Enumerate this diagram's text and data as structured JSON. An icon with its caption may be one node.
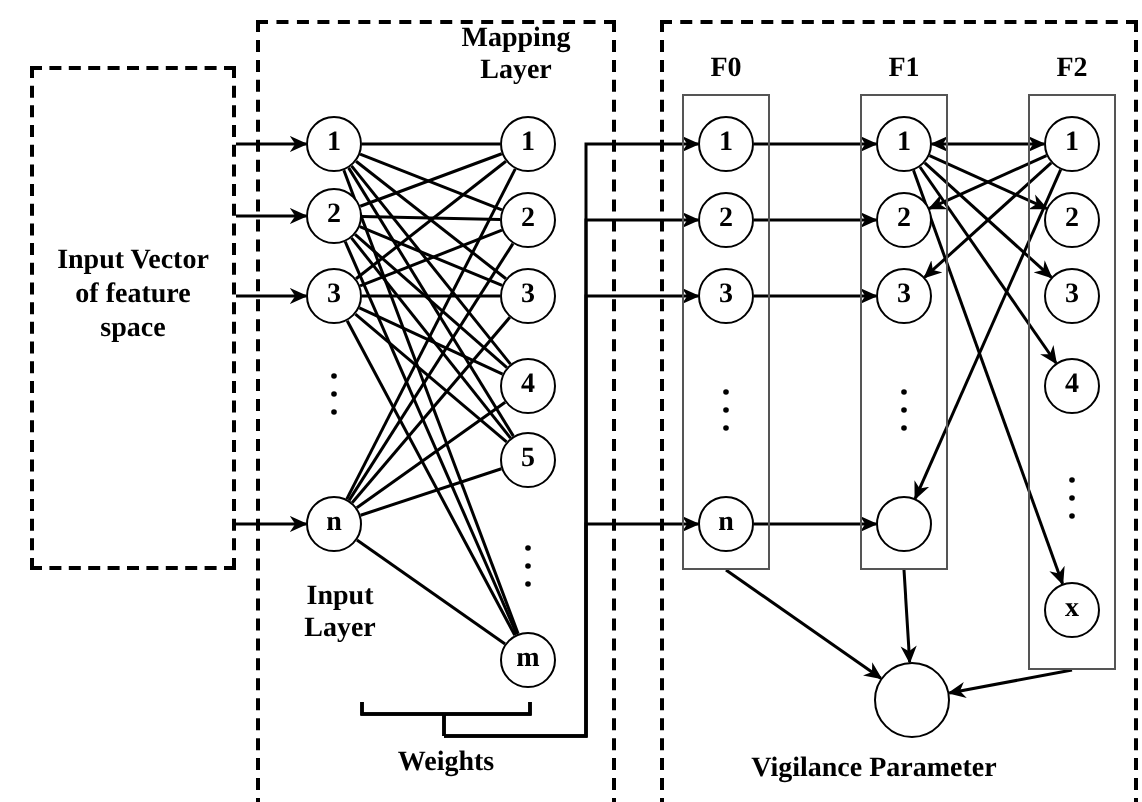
{
  "diagram": {
    "nodes": [
      {
        "text": [
          "Input Vector of feature space"
        ]
      },
      {
        "text": [],
        "shape": "box"
      },
      {
        "text": [
          "1"
        ],
        "in": 1
      },
      {
        "text": [
          "2"
        ],
        "in": 1
      },
      {
        "text": [
          "3"
        ],
        "in": 1
      },
      {
        "text": [
          "n"
        ],
        "in": 1
      },
      {
        "text": [
          "1"
        ],
        "in": 1
      },
      {
        "text": [
          "2"
        ],
        "in": 1
      },
      {
        "text": [
          "3"
        ],
        "in": 1
      },
      {
        "text": [
          "4"
        ],
        "in": 1
      },
      {
        "text": [
          "5"
        ],
        "in": 1
      },
      {
        "text": [
          "m"
        ],
        "in": 1
      },
      {
        "text": [],
        "shape": "box"
      },
      {
        "text": [
          "F0"
        ],
        "in": 12
      },
      {
        "text": [
          "1"
        ],
        "in": 13
      },
      {
        "text": [
          "2"
        ],
        "in": 13
      },
      {
        "text": [
          "3"
        ],
        "in": 13
      },
      {
        "text": [
          "n"
        ],
        "in": 13
      },
      {
        "text": [
          "F1"
        ],
        "in": 12
      },
      {
        "text": [
          "1"
        ],
        "in": 18
      },
      {
        "text": [
          "2"
        ],
        "in": 18
      },
      {
        "text": [
          "3"
        ],
        "in": 18
      },
      {
        "text": [],
        "shape": "circle",
        "in": 18
      },
      {
        "text": [
          "F2"
        ],
        "in": 12
      },
      {
        "text": [
          "1"
        ],
        "in": 23
      },
      {
        "text": [
          "2"
        ],
        "in": 23
      },
      {
        "text": [
          "3"
        ],
        "in": 23
      },
      {
        "text": [
          "4"
        ],
        "in": 23
      },
      {
        "text": [
          "x"
        ],
        "in": 23
      },
      {
        "text": [],
        "shape": "circle",
        "in": 12,
        "beside": [
          "Vigilance Parameter"
        ]
      }
    ],
    "edges": [
      {
        "from": 0,
        "to": 2,
        "arrow": "to"
      },
      {
        "from": 0,
        "to": 3,
        "arrow": "to"
      },
      {
        "from": 0,
        "to": 4,
        "arrow": "to"
      },
      {
        "from": 0,
        "to": 5,
        "arrow": "to"
      },
      {
        "from": 2,
        "to": 6,
        "arrow": "none"
      },
      {
        "from": 2,
        "to": 7,
        "arrow": "none"
      },
      {
        "from": 2,
        "to": 8,
        "arrow": "none"
      },
      {
        "from": 2,
        "to": 9,
        "arrow": "none"
      },
      {
        "from": 2,
        "to": 10,
        "arrow": "none"
      },
      {
        "from": 2,
        "to": 11,
        "arrow": "none"
      },
      {
        "from": 3,
        "to": 6,
        "arrow": "none"
      },
      {
        "from": 3,
        "to": 7,
        "arrow": "none"
      },
      {
        "from": 3,
        "to": 8,
        "arrow": "none"
      },
      {
        "from": 3,
        "to": 9,
        "arrow": "none"
      },
      {
        "from": 3,
        "to": 10,
        "arrow": "none"
      },
      {
        "from": 3,
        "to": 11,
        "arrow": "none"
      },
      {
        "from": 4,
        "to": 6,
        "arrow": "none"
      },
      {
        "from": 4,
        "to": 7,
        "arrow": "none"
      },
      {
        "from": 4,
        "to": 8,
        "arrow": "none"
      },
      {
        "from": 4,
        "to": 9,
        "arrow": "none"
      },
      {
        "from": 4,
        "to": 10,
        "arrow": "none"
      },
      {
        "from": 4,
        "to": 11,
        "arrow": "none"
      },
      {
        "from": 5,
        "to": 6,
        "arrow": "none"
      },
      {
        "from": 5,
        "to": 7,
        "arrow": "none"
      },
      {
        "from": 5,
        "to": 8,
        "arrow": "none"
      },
      {
        "from": 5,
        "to": 9,
        "arrow": "none"
      },
      {
        "from": 5,
        "to": 10,
        "arrow": "none"
      },
      {
        "from": 5,
        "to": 11,
        "arrow": "none"
      },
      {
        "from": null,
        "to": 14,
        "arrow": "to"
      },
      {
        "from": null,
        "to": 15,
        "arrow": "to"
      },
      {
        "from": null,
        "to": 16,
        "arrow": "to"
      },
      {
        "from": null,
        "to": 17,
        "arrow": "to"
      },
      {
        "from": 14,
        "to": 19,
        "arrow": "to"
      },
      {
        "from": 15,
        "to": 20,
        "arrow": "to"
      },
      {
        "from": 16,
        "to": 21,
        "arrow": "to"
      },
      {
        "from": 17,
        "to": 22,
        "arrow": "to"
      },
      {
        "from": 19,
        "to": 24,
        "arrow": "both"
      },
      {
        "from": 19,
        "to": 25,
        "arrow": "to"
      },
      {
        "from": 19,
        "to": 26,
        "arrow": "to"
      },
      {
        "from": 19,
        "to": 27,
        "arrow": "to"
      },
      {
        "from": 19,
        "to": 28,
        "arrow": "to"
      },
      {
        "from": 24,
        "to": 20,
        "arrow": "to"
      },
      {
        "from": 24,
        "to": 21,
        "arrow": "to"
      },
      {
        "from": 24,
        "to": 22,
        "arrow": "to"
      },
      {
        "from": 13,
        "to": 29,
        "arrow": "to"
      },
      {
        "from": 18,
        "to": 29,
        "arrow": "to"
      },
      {
        "from": 23,
        "to": 29,
        "arrow": "to"
      }
    ],
    "labels": [
      "Mapping Layer",
      "Input Layer",
      "Weights"
    ]
  }
}
